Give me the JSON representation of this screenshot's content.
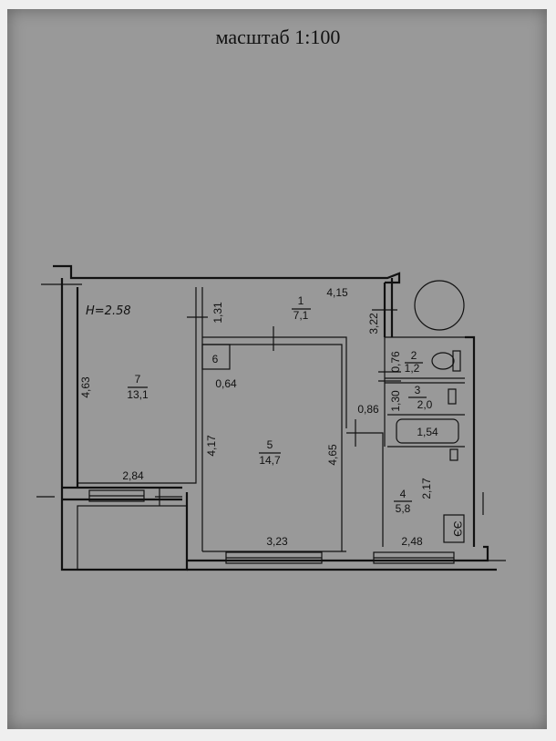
{
  "title": "масштаб 1:100",
  "height_note": "H=2.58",
  "rooms": [
    {
      "number": "1",
      "area": "7,1"
    },
    {
      "number": "2",
      "area": "1,2"
    },
    {
      "number": "3",
      "area": "2,0"
    },
    {
      "number": "4",
      "area": "5,8"
    },
    {
      "number": "5",
      "area": "14,7"
    },
    {
      "number": "6",
      "area": ""
    },
    {
      "number": "7",
      "area": "13,1"
    }
  ],
  "dimensions": {
    "d415": "4,15",
    "d131": "1,31",
    "d322": "3,22",
    "d463": "4,63",
    "d284": "2,84",
    "d064": "0,64",
    "d417": "4,17",
    "d465": "4,65",
    "d323": "3,23",
    "d086": "0,86",
    "d076": "0,76",
    "d130": "1,30",
    "d154": "1,54",
    "d217": "2,17",
    "d248": "2,48"
  },
  "fixture_labels": {
    "stove": "ЭЭ"
  }
}
